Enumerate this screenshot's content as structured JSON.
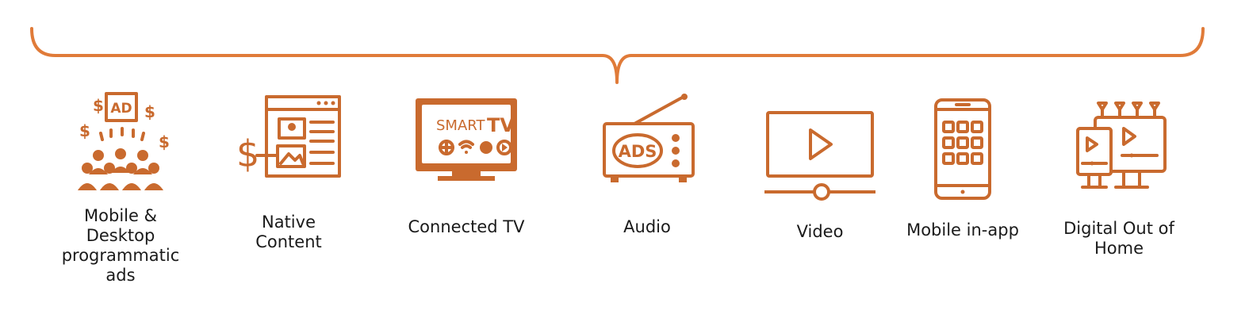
{
  "colors": {
    "accent": "#c96a2e",
    "text": "#1a1a1a"
  },
  "channels": [
    {
      "label_lines": [
        "Mobile &",
        "Desktop",
        "programmatic",
        "ads"
      ],
      "icon": "audience-ad-money-icon"
    },
    {
      "label_lines": [
        "Native",
        "Content"
      ],
      "icon": "native-content-page-icon",
      "icon_text": "$"
    },
    {
      "label_lines": [
        "Connected TV"
      ],
      "icon": "smart-tv-icon",
      "icon_text": "SMART TV"
    },
    {
      "label_lines": [
        "Audio"
      ],
      "icon": "radio-ads-icon",
      "icon_text": "ADS"
    },
    {
      "label_lines": [
        "Video"
      ],
      "icon": "video-player-icon"
    },
    {
      "label_lines": [
        "Mobile in-app"
      ],
      "icon": "mobile-apps-icon"
    },
    {
      "label_lines": [
        "Digital Out of",
        "Home"
      ],
      "icon": "digital-billboard-icon"
    }
  ],
  "icon_texts": {
    "ad_badge": "AD",
    "dollar": "$",
    "smart": "SMART",
    "tv": "TV",
    "ads": "ADS"
  }
}
